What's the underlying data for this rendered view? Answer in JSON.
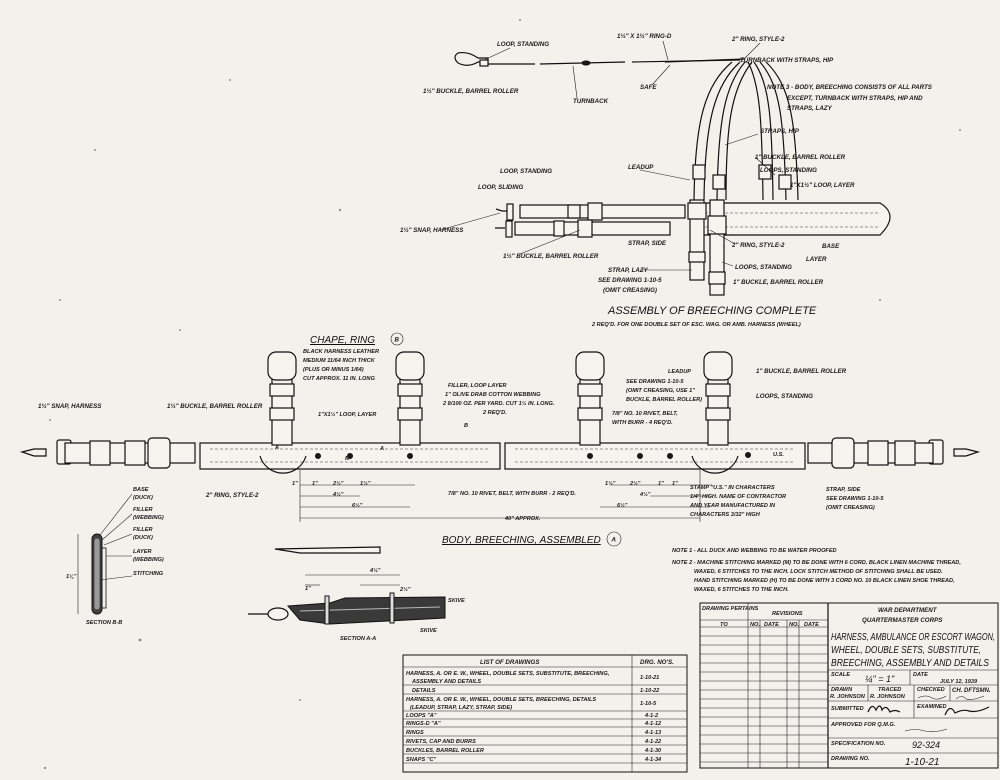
{
  "top_assembly": {
    "title": "ASSEMBLY OF BREECHING COMPLETE",
    "subtitle": "2 REQ'D. FOR ONE DOUBLE SET OF ESC. WAG. OR AMB. HARNESS (WHEEL)",
    "labels": {
      "loop_standing_1": "LOOP, STANDING",
      "ring_d": "1½\" X 1½\" RING-D",
      "ring_style2_top": "2\" RING, STYLE-2",
      "turnback_hip": "TURNBACK WITH STRAPS, HIP",
      "buckle_top_left": "1½\" BUCKLE, BARREL ROLLER",
      "safe": "SAFE",
      "turnback": "TURNBACK",
      "straps_hip": "STRAPS, HIP",
      "buckle_1in": "1\" BUCKLE, BARREL ROLLER",
      "loops_standing": "LOOPS, STANDING",
      "loop_layer": "1\"X1½\" LOOP, LAYER",
      "leadup": "LEADUP",
      "loop_standing_2": "LOOP, STANDING",
      "loop_sliding": "LOOP, SLIDING",
      "snap_harness": "1½\" SNAP, HARNESS",
      "strap_side": "STRAP, SIDE",
      "buckle_lower": "1½\" BUCKLE, BARREL ROLLER",
      "ring_style2_mid": "2\" RING, STYLE-2",
      "base": "BASE",
      "layer": "LAYER",
      "strap_lazy_1": "STRAP, LAZY",
      "strap_lazy_2": "SEE DRAWING 1-10-5",
      "strap_lazy_3": "(OMIT CREASING)",
      "loops_standing_2": "LOOPS, STANDING",
      "buckle_1in_2": "1\" BUCKLE, BARREL ROLLER"
    },
    "note3": [
      "NOTE 3 - BODY, BREECHING CONSISTS OF ALL PARTS",
      "EXCEPT, TURNBACK WITH STRAPS, HIP AND",
      "STRAPS, LAZY"
    ]
  },
  "body_breeching": {
    "title": "BODY, BREECHING, ASSEMBLED",
    "marker": "A",
    "chape_title": "CHAPE, RING",
    "chape_marker": "B",
    "chape_spec": [
      "BLACK HARNESS LEATHER",
      "MEDIUM 11/64 INCH THICK",
      "(PLUS OR MINUS 1/64)",
      "CUT APPROX. 11 IN. LONG"
    ],
    "filler_spec": [
      "FILLER, LOOP LAYER",
      "1\" OLIVE DRAB COTTON WEBBING",
      "2 8/100 OZ. PER YARD. CUT 1½ IN. LONG.",
      "2 REQ'D."
    ],
    "leadup_spec": [
      "LEADUP",
      "SEE DRAWING 1-10-5",
      "(OMIT CREASING, USE 1\"",
      "BUCKLE, BARREL ROLLER)"
    ],
    "rivet_spec": [
      "7/8\" NO. 10 RIVET, BELT,",
      "WITH BURR - 4 REQ'D."
    ],
    "rivet_spec_2": "7/8\" NO. 10 RIVET, BELT, WITH BURR - 2 REQ'D.",
    "loop_layer": "1\"X1½\" LOOP, LAYER",
    "buckle_1in": "1\" BUCKLE, BARREL ROLLER",
    "loops_standing": "LOOPS, STANDING",
    "snap_harness": "1½\" SNAP, HARNESS",
    "buckle_left": "1½\" BUCKLE, BARREL ROLLER",
    "ring_style2": "2\" RING, STYLE-2",
    "stamp_spec": [
      "STAMP \"U.S.\" IN CHARACTERS",
      "1/4\" HIGH. NAME OF CONTRACTOR",
      "AND YEAR MANUFACTURED IN",
      "CHARACTERS 3/32\" HIGH"
    ],
    "strap_side_spec": [
      "STRAP, SIDE",
      "SEE DRAWING 1-10-5",
      "(OMIT CREASING)"
    ],
    "overall_length": "40\" APPROX.",
    "stamp": "U.S.",
    "dims": [
      "1\"",
      "1\"",
      "2½\"",
      "1½\"",
      "4½\"",
      "6½\"",
      "1½\"",
      "2½\"",
      "4½\"",
      "6½\"",
      "1\"",
      "1\""
    ],
    "section_refs": [
      "A",
      "A",
      "B"
    ],
    "stitch_mark": "M"
  },
  "section_bb": {
    "title": "SECTION B-B",
    "dim": "1¼\"",
    "layers": [
      "BASE",
      "(DUCK)",
      "FILLER",
      "(WEBBING)",
      "FILLER",
      "(DUCK)",
      "LAYER",
      "(WEBBING)",
      "STITCHING"
    ]
  },
  "section_aa": {
    "title": "SECTION A-A",
    "skive_1": "SKIVE",
    "skive_2": "SKIVE",
    "dims": [
      "4½\"",
      "1\"",
      "2½\""
    ]
  },
  "notes": {
    "note1": "NOTE 1 - ALL DUCK AND WEBBING TO BE WATER PROOFED",
    "note2": [
      "NOTE 2 - MACHINE STITCHING MARKED (M) TO BE DONE WITH 6 CORD, BLACK LINEN MACHINE THREAD,",
      "WAXED, 6 STITCHES TO THE INCH. LOCK STITCH METHOD OF STITCHING SHALL BE USED.",
      "HAND STITCHING MARKED (H) TO BE DONE WITH 3 CORD NO. 10 BLACK LINEN SHOE THREAD,",
      "WAXED, 6 STITCHES TO THE INCH."
    ]
  },
  "list_of_drawings": {
    "header": "LIST OF DRAWINGS",
    "header_no": "DRG. NO'S.",
    "rows": [
      {
        "desc": [
          "HARNESS, A. OR E. W., WHEEL, DOUBLE SETS, SUBSTITUTE, BREECHING,",
          "ASSEMBLY AND DETAILS"
        ],
        "no": "1-10-21"
      },
      {
        "desc": [
          "DETAILS"
        ],
        "no": "1-10-22"
      },
      {
        "desc": [
          "HARNESS, A. OR E. W., WHEEL, DOUBLE SETS, BREECHING, DETAILS",
          "(LEADUP, STRAP, LAZY, STRAP, SIDE)"
        ],
        "no": "1-10-5"
      },
      {
        "desc": [
          "LOOPS \"A\""
        ],
        "no": "4-1-2"
      },
      {
        "desc": [
          "RINGS-D \"A\""
        ],
        "no": "4-1-12"
      },
      {
        "desc": [
          "RINGS"
        ],
        "no": "4-1-13"
      },
      {
        "desc": [
          "RIVETS, CAP AND BURRS"
        ],
        "no": "4-1-22"
      },
      {
        "desc": [
          "BUCKLES, BARREL ROLLER"
        ],
        "no": "4-1-30"
      },
      {
        "desc": [
          "SNAPS \"C\""
        ],
        "no": "4-1-34"
      }
    ]
  },
  "revisions": {
    "pertains_label": "DRAWING PERTAINS",
    "to_label": "TO",
    "revisions_label": "REVISIONS",
    "no_label": "NO.",
    "date_label": "DATE"
  },
  "title_block": {
    "department": "WAR DEPARTMENT",
    "corps": "QUARTERMASTER CORPS",
    "title": [
      "HARNESS, AMBULANCE OR ESCORT WAGON,",
      "WHEEL, DOUBLE SETS, SUBSTITUTE,",
      "BREECHING, ASSEMBLY AND DETAILS"
    ],
    "scale_label": "SCALE",
    "scale": "¼\" = 1\"",
    "date_label": "DATE",
    "date": "JULY 12, 1939",
    "drawn_label": "DRAWN",
    "drawn": "R. JOHNSON",
    "traced_label": "TRACED",
    "traced": "R. JOHNSON",
    "checked_label": "CHECKED",
    "ch_draftsman_label": "CH. DFTSMN.",
    "submitted_label": "SUBMITTED",
    "examined_label": "EXAMINED",
    "approved_label": "APPROVED FOR Q.M.G.",
    "spec_label": "SPECIFICATION NO.",
    "spec_no": "92-324",
    "drawing_label": "DRAWING NO.",
    "drawing_no": "1-10-21"
  }
}
